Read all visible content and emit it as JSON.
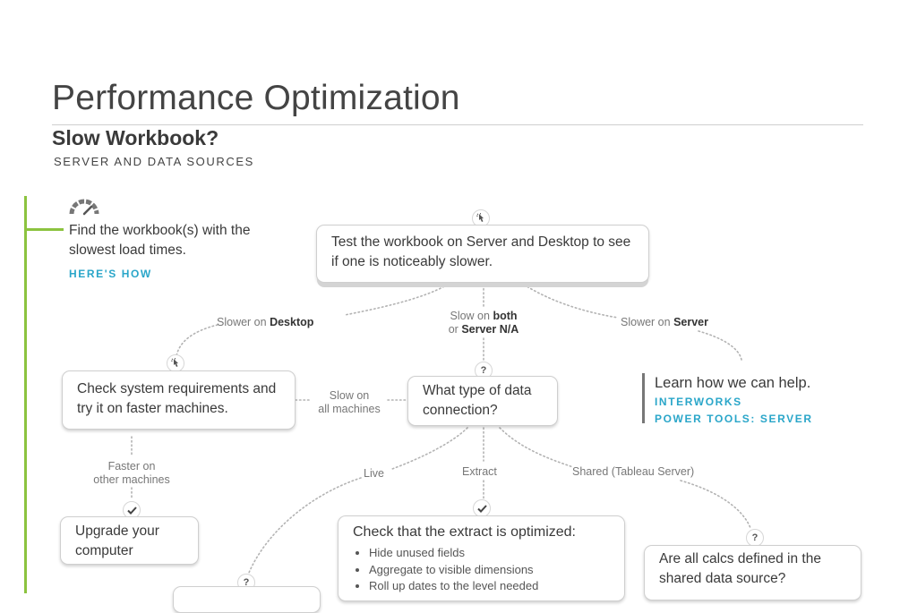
{
  "header": {
    "title": "Performance Optimization",
    "subtitle": "Slow Workbook?",
    "section": "SERVER AND DATA SOURCES"
  },
  "intro": {
    "text": "Find the workbook(s) with the slowest load times.",
    "link": "HERE'S HOW"
  },
  "nodes": {
    "test": "Test the workbook on Server and Desktop to see if one is noticeably slower.",
    "sysreq": "Check system requirements and try it on faster machines.",
    "conn": "What type of data connection?",
    "upgrade": "Upgrade your computer",
    "extract_title": "Check that the extract is optimized:",
    "extract_items": [
      "Hide unused fields",
      "Aggregate to visible dimensions",
      "Roll up dates to the level needed"
    ],
    "calcs": "Are all calcs defined in the shared data source?"
  },
  "edges": {
    "desktop_prefix": "Slower on ",
    "desktop_bold": "Desktop",
    "both_prefix": "Slow on ",
    "both_bold": "both",
    "both_or": "or ",
    "both_na": "Server N/A",
    "server_prefix": "Slower on ",
    "server_bold": "Server",
    "all_machines_1": "Slow on",
    "all_machines_2": "all machines",
    "faster_1": "Faster on",
    "faster_2": "other machines",
    "live": "Live",
    "extract": "Extract",
    "shared": "Shared (Tableau Server)"
  },
  "cta": {
    "text": "Learn how we can help.",
    "link1": "INTERWORKS",
    "link2": "POWER TOOLS: SERVER"
  },
  "badges": {
    "question": "?"
  },
  "colors": {
    "accent_green": "#8cc33f",
    "link_blue": "#2aa6c9",
    "text": "#3a3a3a",
    "connector": "#b3b3b3"
  }
}
